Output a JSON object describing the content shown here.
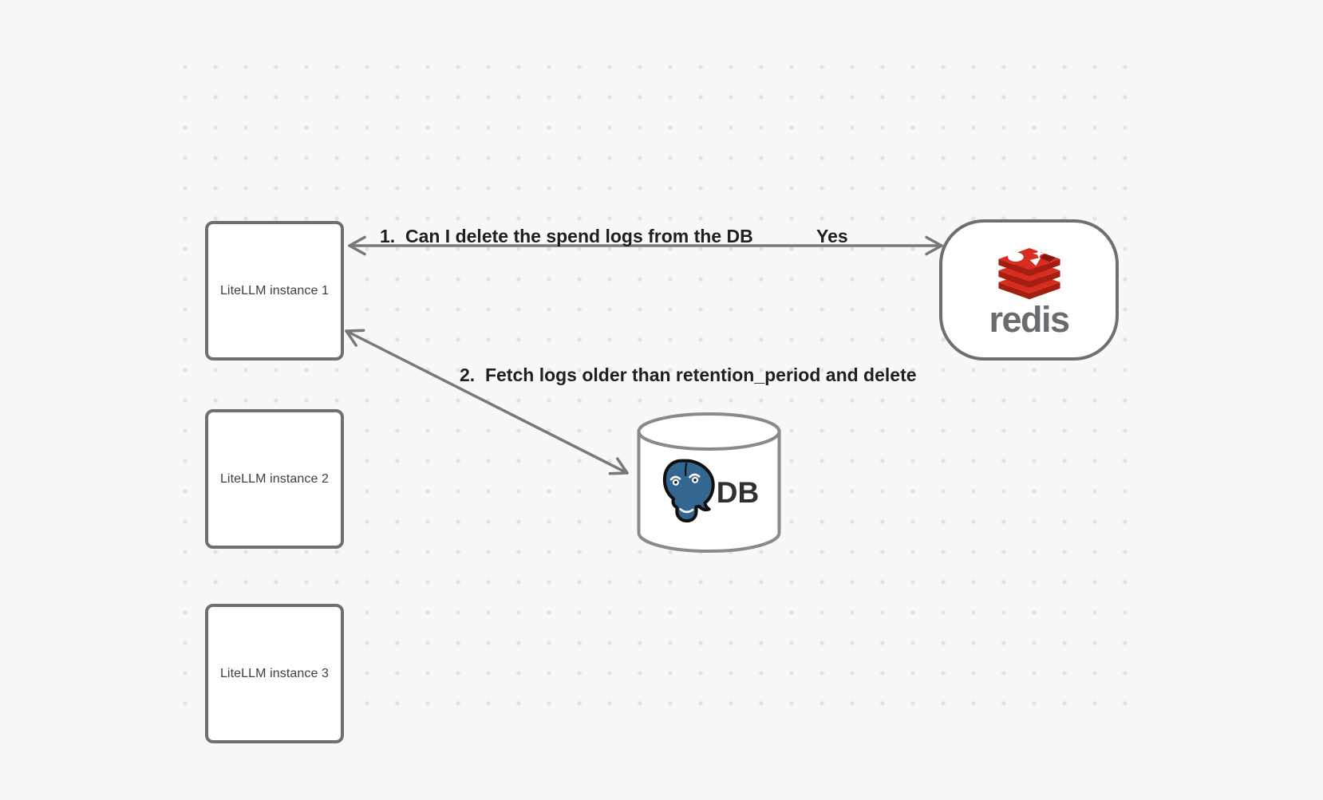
{
  "diagram": {
    "nodes": {
      "instances": [
        {
          "label": "LiteLLM instance 1"
        },
        {
          "label": "LiteLLM instance 2"
        },
        {
          "label": "LiteLLM instance 3"
        }
      ],
      "redis": {
        "wordmark": "redis",
        "icon": "redis-logo"
      },
      "db": {
        "label": "DB",
        "icon": "postgresql-elephant-logo"
      }
    },
    "edges": [
      {
        "label": "1.  Can I delete the spend logs from the DB",
        "reply": "Yes",
        "from": "LiteLLM instance 1",
        "to": "redis",
        "arrows": "both-ends"
      },
      {
        "label": "2.  Fetch logs older than retention_period and delete",
        "from": "LiteLLM instance 1",
        "to": "DB",
        "arrows": "both-ends"
      }
    ],
    "colors": {
      "background": "#f8f8f8",
      "dots": "#e3e3e3",
      "node_border": "#6f6f6f",
      "cyl_border": "#8a8a8a",
      "arrow": "#797979",
      "label_text": "#1f1f1f",
      "node_text": "#3d3d3d",
      "redis_red": "#D82C20",
      "redis_red_dark": "#A41E11",
      "redis_gray": "#686c6e",
      "postgres_blue": "#336791"
    }
  }
}
